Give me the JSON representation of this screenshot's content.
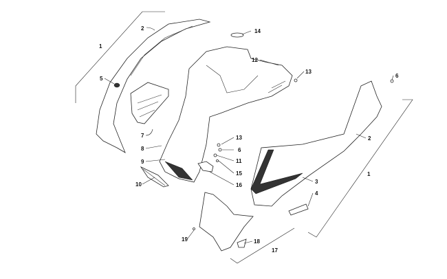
{
  "diagram": {
    "callouts": [
      {
        "id": "c1a",
        "text": "1"
      },
      {
        "id": "c2a",
        "text": "2"
      },
      {
        "id": "c5",
        "text": "5"
      },
      {
        "id": "c7",
        "text": "7"
      },
      {
        "id": "c8",
        "text": "8"
      },
      {
        "id": "c9",
        "text": "9"
      },
      {
        "id": "c10",
        "text": "10"
      },
      {
        "id": "c14",
        "text": "14"
      },
      {
        "id": "c12",
        "text": "12"
      },
      {
        "id": "c13a",
        "text": "13"
      },
      {
        "id": "c13b",
        "text": "13"
      },
      {
        "id": "c6a",
        "text": "6"
      },
      {
        "id": "c11",
        "text": "11"
      },
      {
        "id": "c15",
        "text": "15"
      },
      {
        "id": "c16",
        "text": "16"
      },
      {
        "id": "c6b",
        "text": "6"
      },
      {
        "id": "c2b",
        "text": "2"
      },
      {
        "id": "c1b",
        "text": "1"
      },
      {
        "id": "c3",
        "text": "3"
      },
      {
        "id": "c4",
        "text": "4"
      },
      {
        "id": "c17",
        "text": "17"
      },
      {
        "id": "c18",
        "text": "18"
      },
      {
        "id": "c19",
        "text": "19"
      }
    ]
  }
}
